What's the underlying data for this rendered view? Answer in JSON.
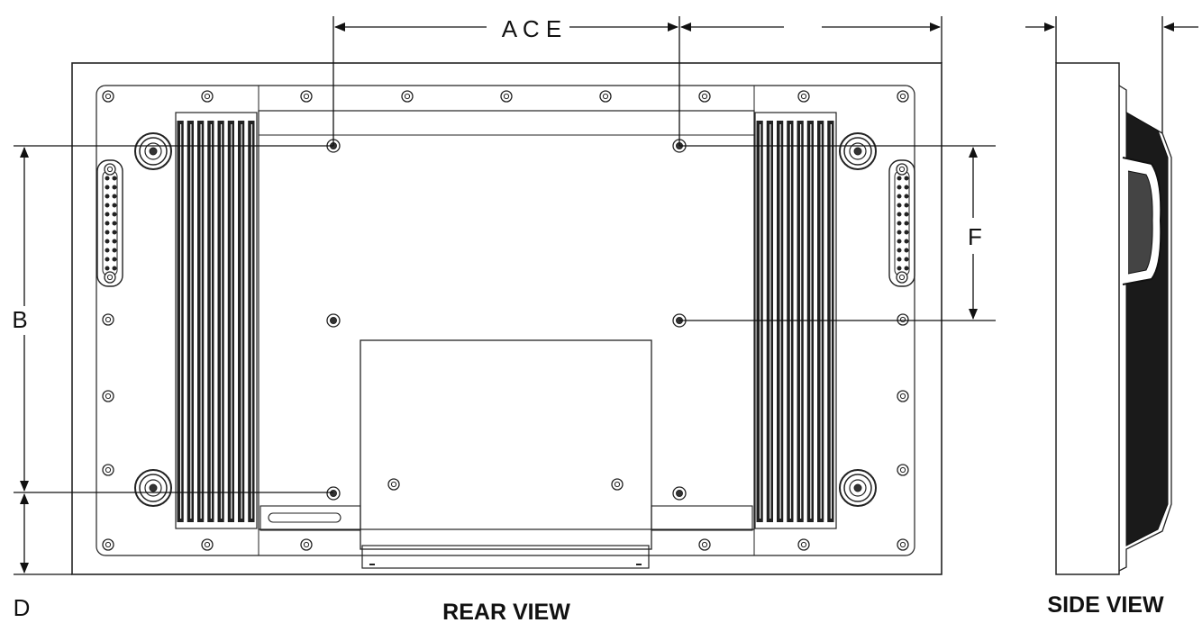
{
  "rear_view": {
    "title": "REAR VIEW",
    "labels": {
      "top_dimension": "A C E",
      "left_upper": "B",
      "left_lower": "D",
      "right_dimension": "F"
    }
  },
  "side_view": {
    "title": "SIDE VIEW"
  }
}
